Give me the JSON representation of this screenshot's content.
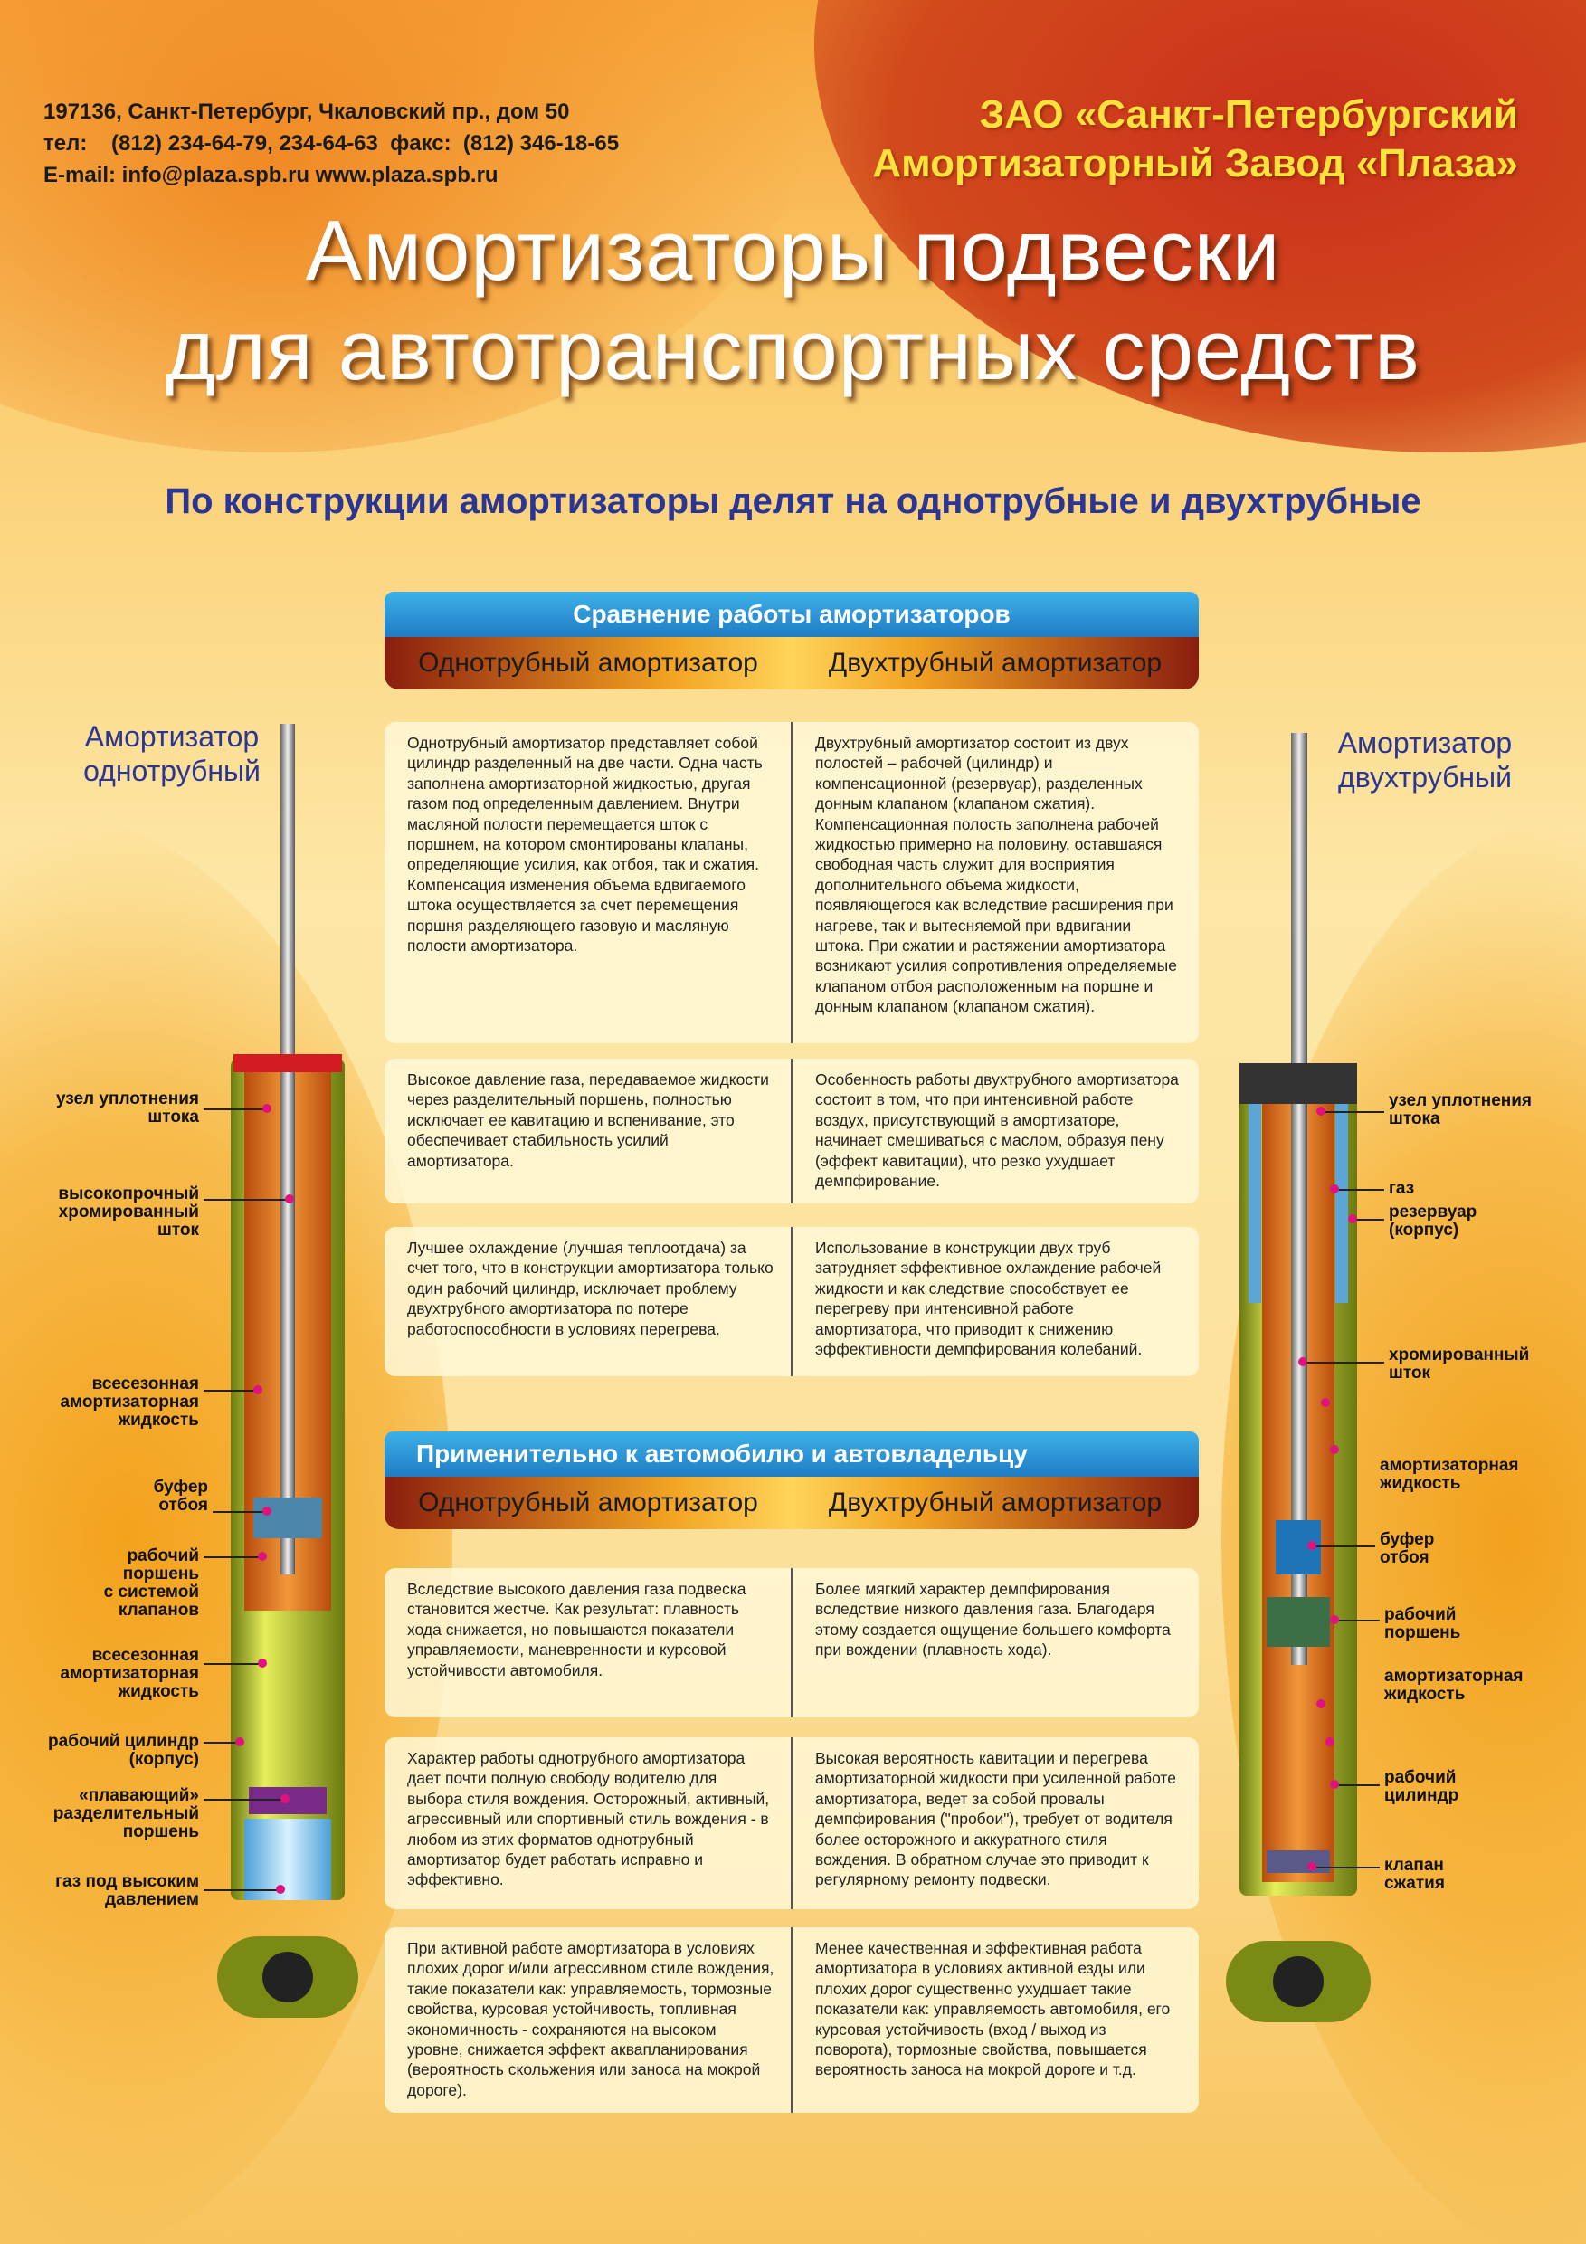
{
  "header": {
    "contact": [
      "197136, Санкт-Петербург, Чкаловский пр., дом 50",
      "тел:    (812) 234-64-79, 234-64-63  факс:  (812) 346-18-65",
      "E-mail: info@plaza.spb.ru  www.plaza.spb.ru"
    ],
    "company": [
      "ЗАО «Санкт-Петербургский",
      "Амортизаторный Завод «Плаза»"
    ],
    "title": [
      "Амортизаторы подвески",
      "для автотранспортных средств"
    ],
    "subtitle": "По конструкции амортизаторы делят на однотрубные и двухтрубные"
  },
  "left_absorber": {
    "label": [
      "Амортизатор",
      "однотрубный"
    ],
    "parts": [
      [
        "узел уплотнения",
        "штока"
      ],
      [
        "высокопрочный",
        "хромированный",
        "шток"
      ],
      [
        "всесезонная",
        "амортизаторная",
        "жидкость"
      ],
      [
        "буфер",
        "отбоя"
      ],
      [
        "рабочий",
        "поршень",
        "с системой",
        "клапанов"
      ],
      [
        "всесезонная",
        "амортизаторная",
        "жидкость"
      ],
      [
        "рабочий цилиндр",
        "(корпус)"
      ],
      [
        "«плавающий»",
        "разделительный",
        "поршень"
      ],
      [
        "газ под высоким",
        "давлением"
      ]
    ]
  },
  "right_absorber": {
    "label": [
      "Амортизатор",
      "двухтрубный"
    ],
    "parts": [
      [
        "узел уплотнения",
        "штока"
      ],
      [
        "газ"
      ],
      [
        "резервуар",
        "(корпус)"
      ],
      [
        "хромированный",
        "шток"
      ],
      [
        "амортизаторная",
        "жидкость"
      ],
      [
        "буфер",
        "отбоя"
      ],
      [
        "рабочий",
        "поршень"
      ],
      [
        "амортизаторная",
        "жидкость"
      ],
      [
        "рабочий",
        "цилиндр"
      ],
      [
        "клапан",
        "сжатия"
      ]
    ]
  },
  "section1": {
    "heading": "Сравнение работы амортизаторов",
    "col_left": "Однотрубный амортизатор",
    "col_right": "Двухтрубный амортизатор",
    "rows": [
      {
        "left": "Однотрубный амортизатор представляет собой цилиндр разделенный на две части. Одна часть заполнена амортизаторной жидкостью, другая газом под определенным давлением. Внутри масляной полости перемещается шток с поршнем, на котором смонтированы клапаны, определяющие усилия, как отбоя, так и сжатия. Компенсация изменения объема вдвигаемого штока осуществляется за счет перемещения поршня разделяющего газовую и масляную полости амортизатора.",
        "right": "Двухтрубный амортизатор состоит из двух полостей – рабочей (цилиндр) и компенсационной (резервуар), разделенных донным клапаном (клапаном сжатия). Компенсационная полость заполнена рабочей жидкостью примерно на половину, оставшаяся свободная часть служит для восприятия дополнительного объема жидкости, появляющегося как вследствие расширения при нагреве, так и вытесняемой при вдвигании штока. При сжатии и растяжении амортизатора возникают усилия сопротивления определяемые клапаном отбоя расположенным на поршне и донным клапаном (клапаном сжатия)."
      },
      {
        "left": "Высокое давление газа, передаваемое жидкости через разделительный поршень, полностью исключает ее кавитацию и вспенивание, это обеспечивает стабильность усилий амортизатора.",
        "right": "Особенность работы двухтрубного амортизатора состоит в том, что при интенсивной работе воздух, присутствующий в амортизаторе, начинает смешиваться с маслом, образуя пену (эффект кавитации), что резко ухудшает демпфирование."
      },
      {
        "left": "Лучшее охлаждение (лучшая теплоотдача) за счет того, что в конструкции амортизатора только один рабочий цилиндр, исключает проблему двухтрубного амортизатора по потере работоспособности в условиях перегрева.",
        "right": "Использование в конструкции двух труб затрудняет эффективное охлаждение рабочей жидкости и как следствие способствует ее перегреву при интенсивной работе амортизатора, что приводит к снижению эффективности демпфирования колебаний."
      }
    ]
  },
  "section2": {
    "heading": "Применительно к автомобилю и автовладельцу",
    "col_left": "Однотрубный амортизатор",
    "col_right": "Двухтрубный амортизатор",
    "rows": [
      {
        "left": "Вследствие высокого давления газа подвеска становится жестче. Как результат: плавность хода снижается, но повышаются показатели управляемости, маневренности и курсовой устойчивости автомобиля.",
        "right": "Более мягкий характер демпфирования вследствие низкого давления газа. Благодаря этому создается ощущение большего комфорта при вождении (плавность хода)."
      },
      {
        "left": "Характер работы однотрубного амортизатора дает почти полную свободу водителю для выбора стиля вождения. Осторожный, активный, агрессивный или спортивный стиль вождения - в любом из этих форматов однотрубный амортизатор будет работать исправно и эффективно.",
        "right": "Высокая вероятность кавитации и перегрева амортизаторной жидкости при усиленной работе амортизатора, ведет за собой провалы демпфирования (\"пробои\"), требует от водителя более осторожного и аккуратного стиля вождения. В обратном случае это приводит к регулярному ремонту подвески."
      },
      {
        "left": "При активной работе амортизатора в условиях плохих дорог и/или агрессивном стиле вождения, такие показатели как: управляемость, тормозные свойства, курсовая устойчивость, топливная экономичность - сохраняются на высоком уровне, снижается эффект аквапланирования (вероятность скольжения или заноса на мокрой дороге).",
        "right": "Менее качественная и эффективная работа амортизатора в условиях активной езды или плохих дорог существенно ухудшает такие показатели как: управляемость автомобиля, его курсовая устойчивость (вход / выход из поворота), тормозные свойства, повышается вероятность заноса на мокрой дороге и т.д."
      }
    ]
  }
}
